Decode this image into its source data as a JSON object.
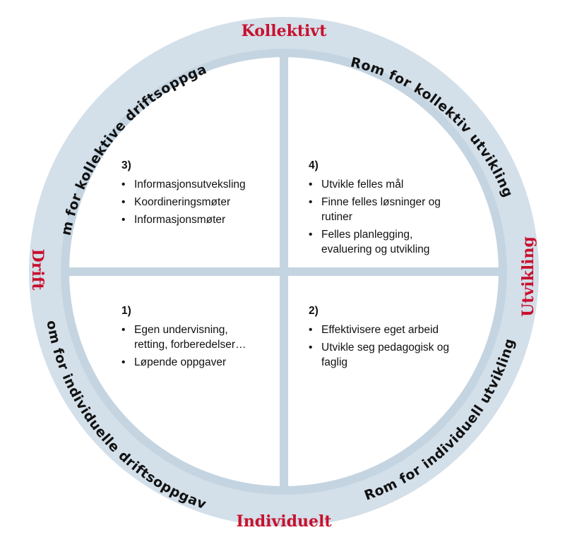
{
  "axis_labels": {
    "top": "Kollektivt",
    "bottom": "Individuelt",
    "left": "Drift",
    "right": "Utvikling"
  },
  "arc_labels": {
    "top_left": "Rom for kollektive driftsoppgaver",
    "top_right": "Rom for kollektiv utvikling",
    "bottom_left": "Rom for individuelle driftsoppgaver",
    "bottom_right": "Rom for individuell utvikling"
  },
  "quadrants": {
    "q3": {
      "number": "3)",
      "items": [
        "Informasjonsutveksling",
        "Koordineringsmøter",
        "Informasjonsmøter"
      ]
    },
    "q4": {
      "number": "4)",
      "items": [
        "Utvikle felles mål",
        "Finne felles løsninger og rutiner",
        "Felles planlegging, evaluering og utvikling"
      ]
    },
    "q1": {
      "number": "1)",
      "items": [
        "Egen undervisning, retting, forberedelser…",
        "Løpende oppgaver"
      ]
    },
    "q2": {
      "number": "2)",
      "items": [
        "Effektivisere eget arbeid",
        "Utvikle seg pedagogisk og faglig"
      ]
    }
  },
  "colors": {
    "ring": "#d3dfe9",
    "divider": "#c4d4e1",
    "accent": "#c8102e",
    "text": "#111111"
  }
}
